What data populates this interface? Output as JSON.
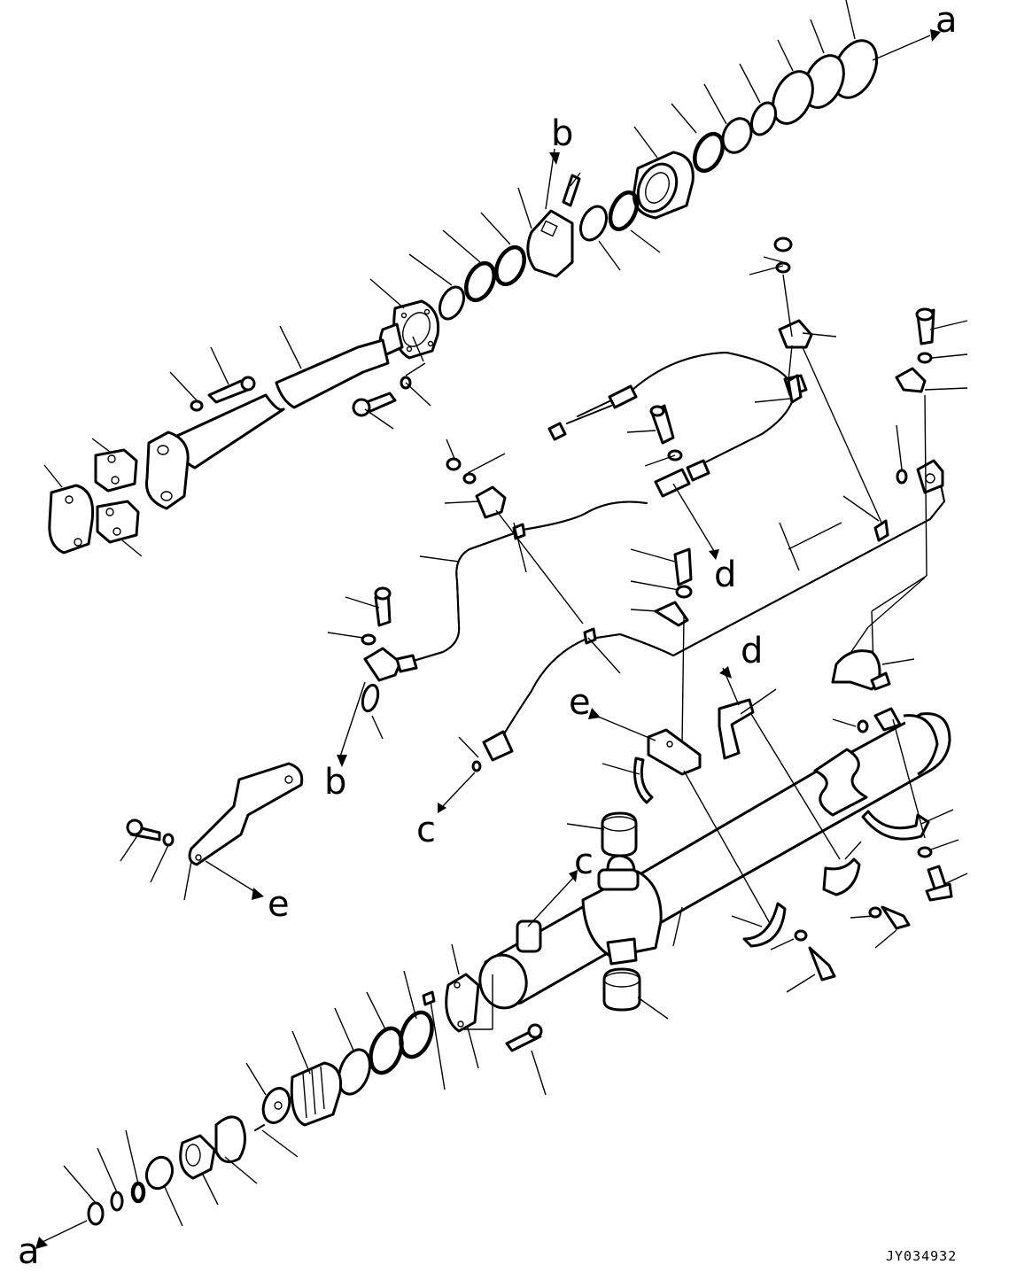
{
  "callouts": {
    "a_top": "a",
    "a_bottom": "a",
    "b_top": "b",
    "b_bottom": "b",
    "c_top": "c",
    "c_bottom": "c",
    "d_top": "d",
    "d_bottom": "d",
    "e_top": "e",
    "e_bottom": "e"
  },
  "drawing_code": "JY034932"
}
